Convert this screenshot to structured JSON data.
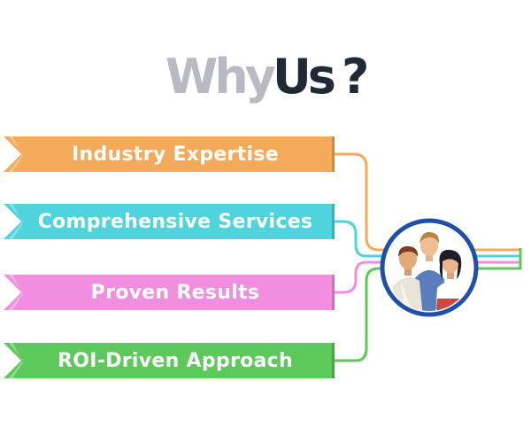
{
  "title": {
    "part1": "Why",
    "part2": "Us",
    "part3": "?"
  },
  "items": [
    {
      "label": "Industry Expertise",
      "color": "#f5a95a"
    },
    {
      "label": "Comprehensive Services",
      "color": "#4fd3dc"
    },
    {
      "label": "Proven Results",
      "color": "#f28ee0"
    },
    {
      "label": "ROI-Driven Approach",
      "color": "#5cc95a"
    }
  ],
  "illustration": {
    "icon": "team-group-icon",
    "ring_color": "#1f4fa8"
  }
}
